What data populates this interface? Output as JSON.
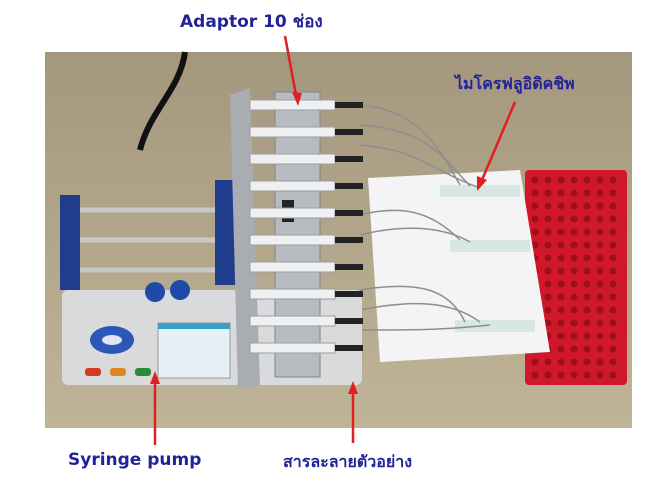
{
  "labels": {
    "adaptor": "Adaptor 10 ช่อง",
    "microfluidic_chip": "ไมโครฟลูอิดิคชิพ",
    "syringe_pump": "Syringe pump",
    "sample_solution": "สารละลายตัวอย่าง"
  },
  "colors": {
    "label_text": "#22239a",
    "arrow": "#e02020",
    "bench": "#b3a58a",
    "rack": "#d0182a",
    "pump_blue": "#1f3d8c"
  }
}
